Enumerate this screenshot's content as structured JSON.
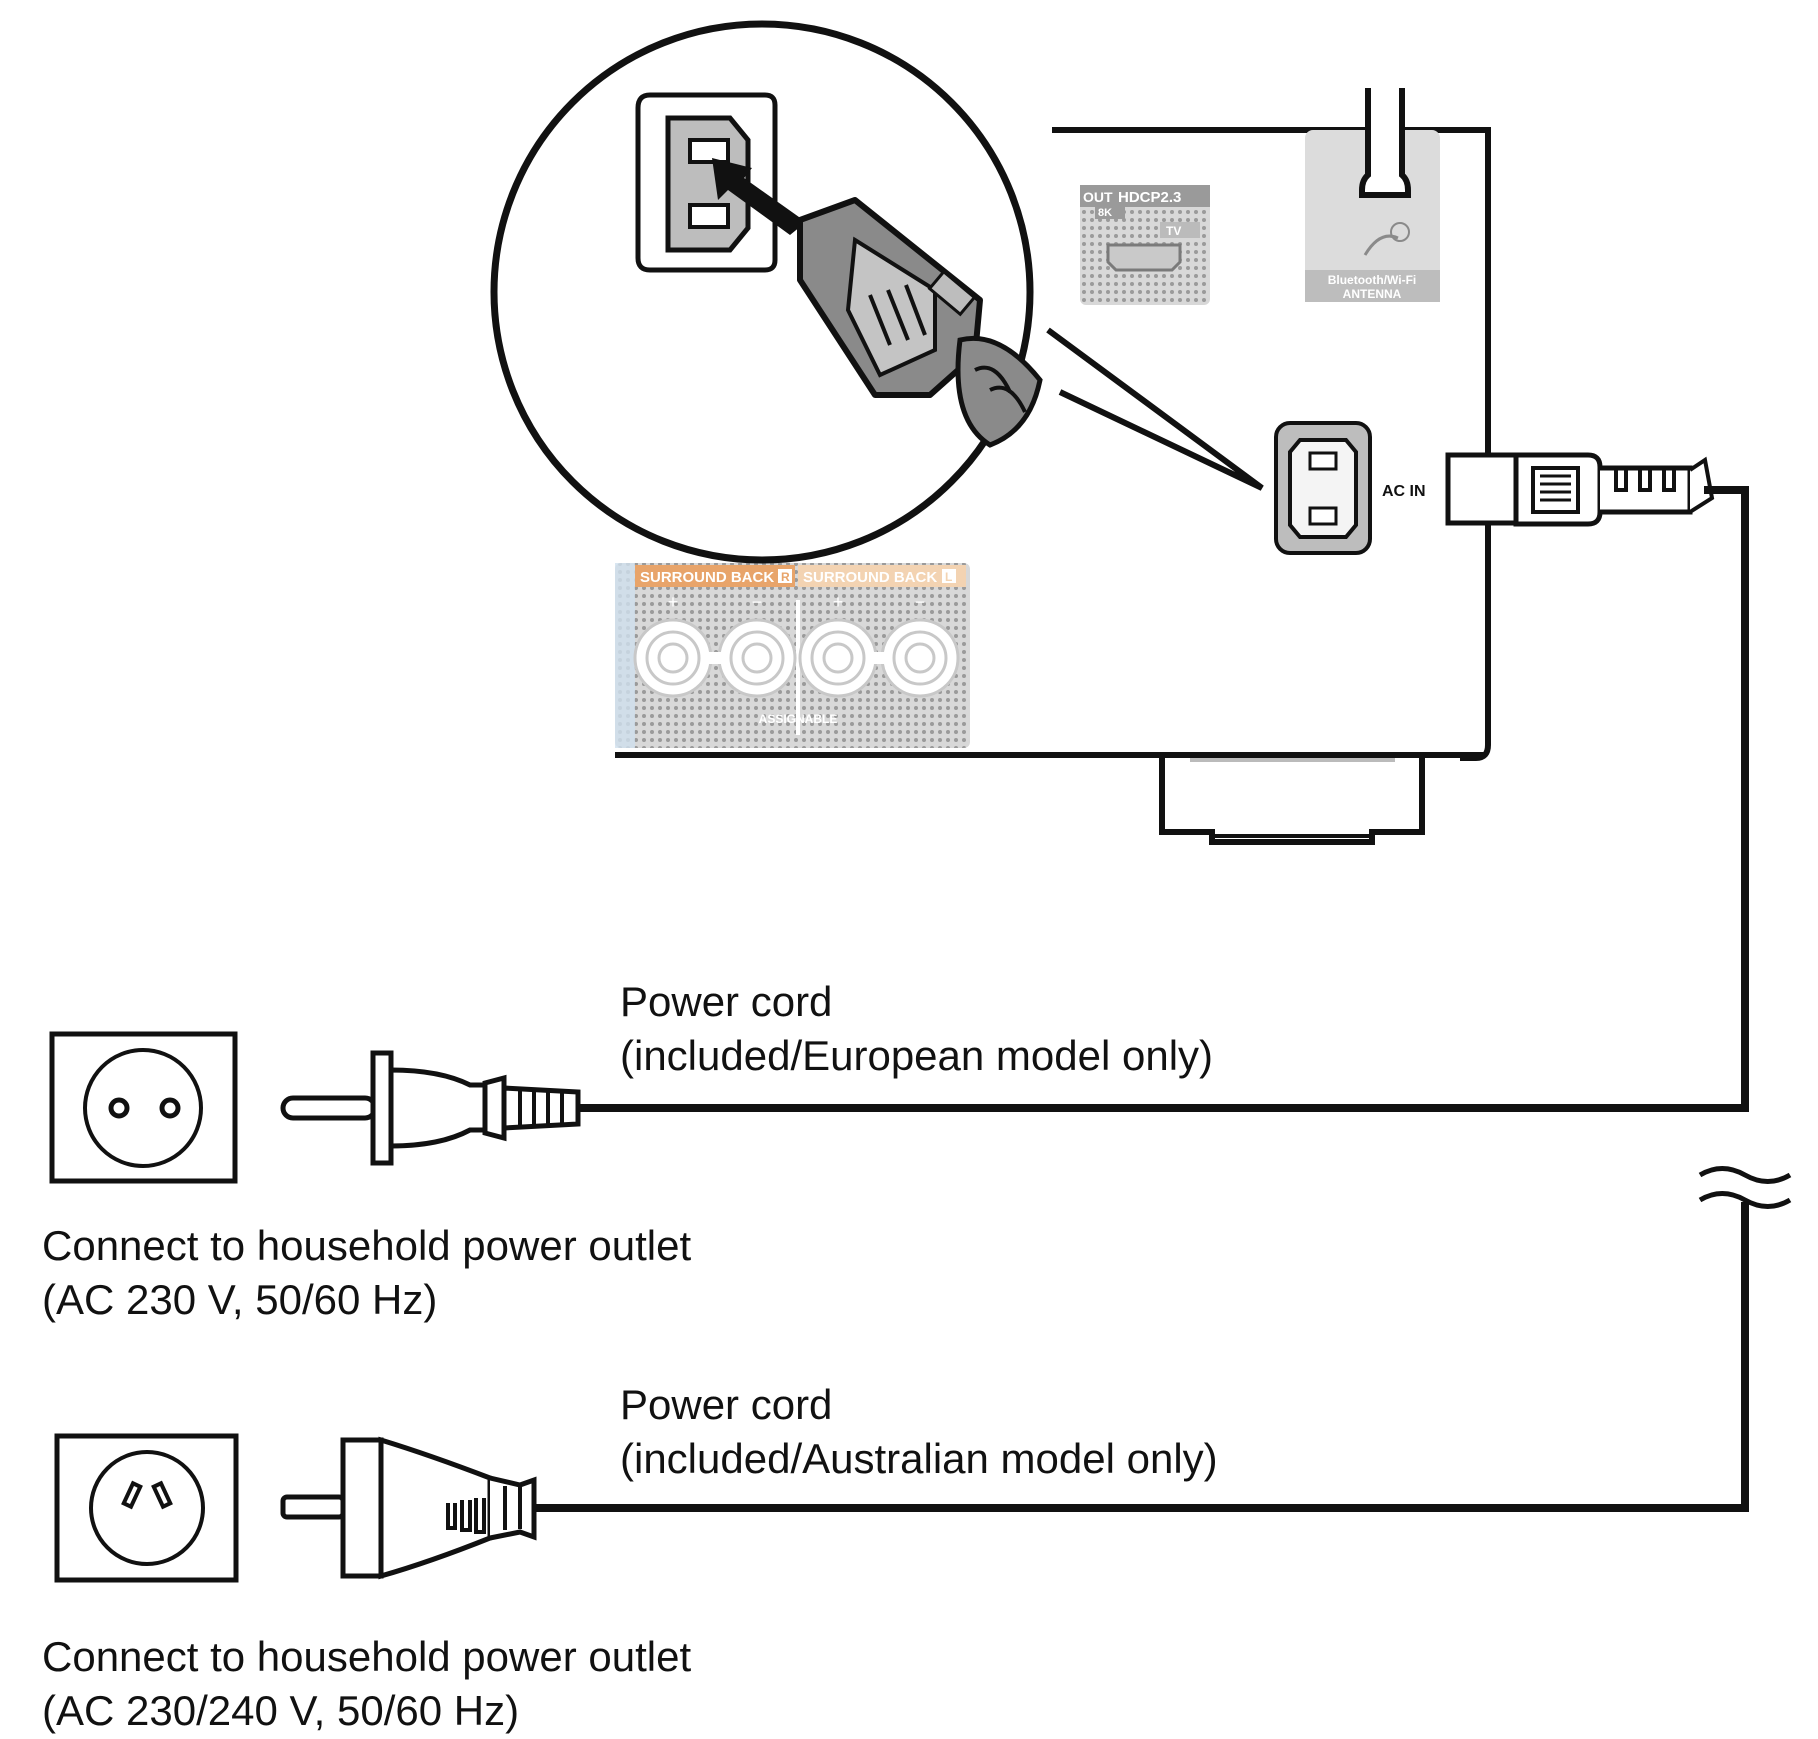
{
  "panel": {
    "hdmi_out_label": "OUT",
    "hdmi_hdcp_label": "HDCP2.3",
    "hdmi_8k_label": "8K",
    "hdmi_tv_label": "TV",
    "antenna_label_line1": "Bluetooth/Wi-Fi",
    "antenna_label_line2": "ANTENNA",
    "ac_in_label": "AC IN",
    "surround_back_r_label": "SURROUND BACK",
    "surround_back_r_badge": "R",
    "surround_back_l_label": "SURROUND BACK",
    "surround_back_l_badge": "L",
    "plus_sign": "+",
    "minus_sign": "−",
    "assignable_label": "ASSIGNABLE"
  },
  "cords": {
    "european": {
      "title": "Power cord",
      "note": "(included/European model only)"
    },
    "australian": {
      "title": "Power cord",
      "note": "(included/Australian model only)"
    }
  },
  "outlets": {
    "european": {
      "line1": "Connect to household power outlet",
      "line2": "(AC 230 V, 50/60 Hz)"
    },
    "australian": {
      "line1": "Connect to household power outlet",
      "line2": "(AC 230/240 V, 50/60 Hz)"
    }
  },
  "colors": {
    "panel_gray": "#bdbdbd",
    "panel_dark": "#8a8a8a",
    "label_orange": "#e8a46a",
    "label_blue": "#cfe0ee",
    "stroke": "#111111"
  }
}
